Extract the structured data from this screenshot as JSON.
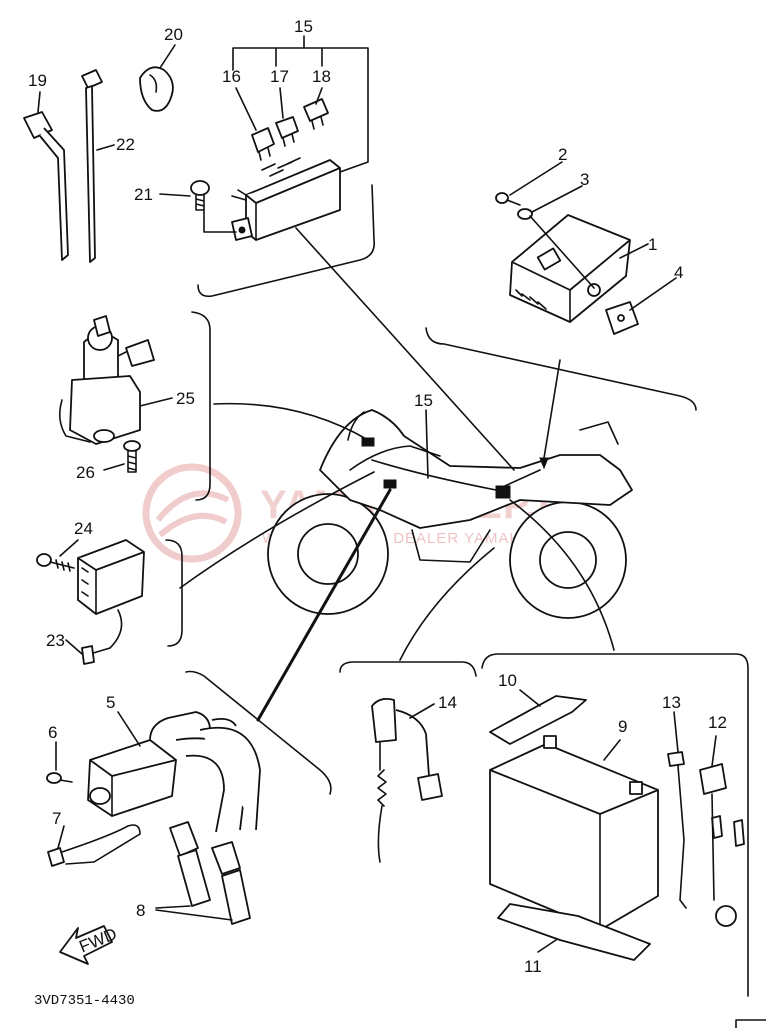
{
  "diagram_code": "3VD7351-4430",
  "fwd_label": "FWD",
  "watermark": {
    "brand": "YAMA-SKLEP.PL",
    "sub": "W. OCHOWICZ | DEALER YAMAHA"
  },
  "callouts": {
    "n1": "1",
    "n2": "2",
    "n3": "3",
    "n4": "4",
    "n5": "5",
    "n6": "6",
    "n7": "7",
    "n8": "8",
    "n9": "9",
    "n10": "10",
    "n11": "11",
    "n12": "12",
    "n13": "13",
    "n14": "14",
    "n15": "15",
    "n15b": "15",
    "n16": "16",
    "n17": "17",
    "n18": "18",
    "n19": "19",
    "n20": "20",
    "n21": "21",
    "n22": "22",
    "n23": "23",
    "n24": "24",
    "n25": "25",
    "n26": "26"
  },
  "colors": {
    "ink": "#111111",
    "watermark": "#e7aaaa"
  }
}
